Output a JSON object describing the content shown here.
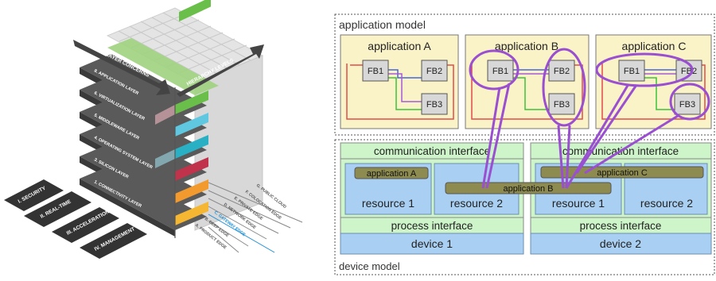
{
  "layer_diagram": {
    "cross_layer_header": "CROSS-LAYER CONCERNS",
    "hierarchy_header": "HIERARCHY LEVELS",
    "layers": [
      "8. APPLICATION LAYER",
      "6. VIRTUALIZATION LAYER",
      "5. MIDDLEWARE LAYER",
      "4. OPERATING SYSTEM LAYER",
      "3. SILICON LAYER",
      "1. CONNECTIVITY LAYER"
    ],
    "concerns": [
      "I. SECURITY",
      "II. REAL-TIME",
      "III. ACCELERATION",
      "IV. MANAGEMENT"
    ],
    "levels": [
      "G. PUBLIC CLOUD",
      "F. COLOCATION EDGE",
      "E. PRIVATE EDGE",
      "D. NETWORK EDGE",
      "C. GATEWAY EDGE",
      "B. DEEP EDGE",
      "A. PRODUCT EDGE"
    ],
    "colors": {
      "highlight_level": "#1a8fd6",
      "accent_green": "#6abf4b",
      "accent_teal": "#2ab0c5",
      "accent_cyan": "#5fc8e0",
      "accent_red": "#c0334a",
      "accent_orange": "#f29a2e",
      "accent_gold": "#f5b731"
    }
  },
  "app_model": {
    "title": "application model",
    "device_model_label": "device model",
    "apps": [
      {
        "title": "application A"
      },
      {
        "title": "application B"
      },
      {
        "title": "application C"
      }
    ],
    "fb_labels": {
      "fb1": "FB1",
      "fb2": "FB2",
      "fb3": "FB3"
    },
    "devices": [
      {
        "comm": "communication interface",
        "res1": "resource 1",
        "res2": "resource 2",
        "process": "process interface",
        "device": "device 1",
        "chip1": "application A",
        "chip_b": "application B"
      },
      {
        "comm": "communication interface",
        "res1": "resource 1",
        "res2": "resource 2",
        "process": "process interface",
        "device": "device 2",
        "chip_c": "application C"
      }
    ],
    "colors": {
      "app_bg": "#fbf3c8",
      "fb_fill": "#d8d8d8",
      "green_band": "#cdf5c9",
      "resource": "#a9cff2",
      "device": "#a9cff2",
      "chip": "#8d8b50",
      "purple": "#9a4fd1",
      "wire_red": "#e34b4b",
      "wire_green": "#3cc13c",
      "wire_blue": "#4466dd",
      "wire_purple": "#a35bd8"
    }
  }
}
